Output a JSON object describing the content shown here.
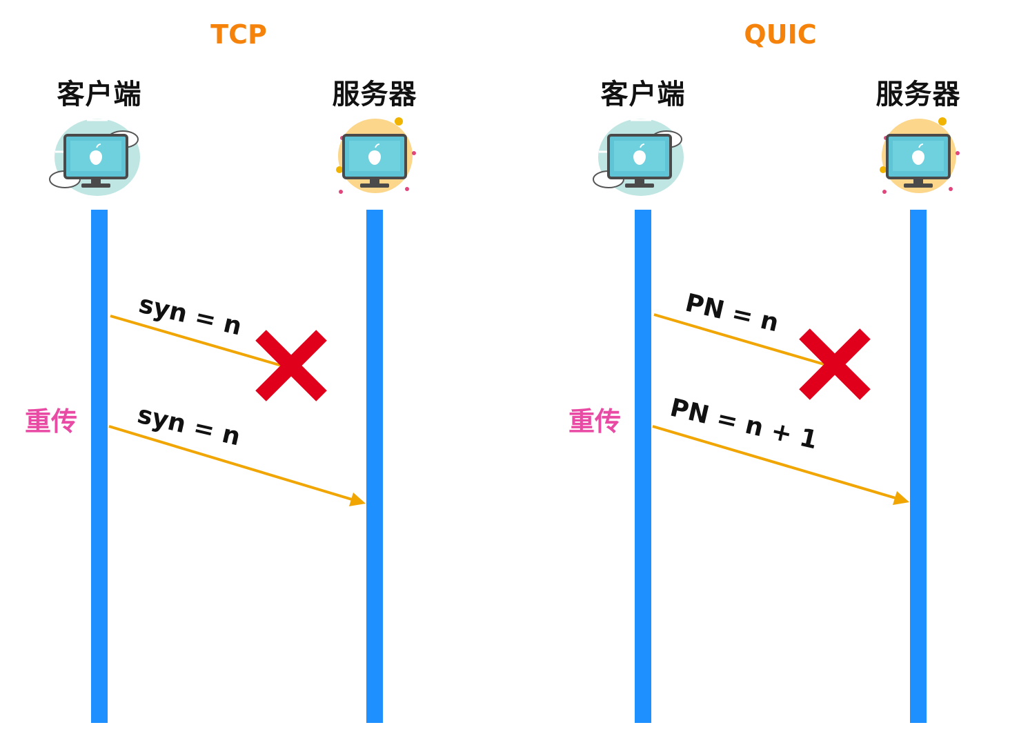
{
  "tcp": {
    "title": "TCP",
    "client_label": "客户端",
    "server_label": "服务器",
    "retransmit_label": "重传",
    "first_message": "syn = n",
    "second_message": "syn = n"
  },
  "quic": {
    "title": "QUIC",
    "client_label": "客户端",
    "server_label": "服务器",
    "retransmit_label": "重传",
    "first_message": "PN = n",
    "second_message": "PN = n + 1"
  },
  "colors": {
    "title": "#f5830b",
    "lifeline": "#1e90ff",
    "arrow": "#f0a500",
    "lost_marker": "#e0001b",
    "retransmit": "#e94ba4"
  },
  "icons": {
    "client": "computer-cloud-icon",
    "server": "computer-sun-icon",
    "lost_packet": "red-x-icon"
  }
}
